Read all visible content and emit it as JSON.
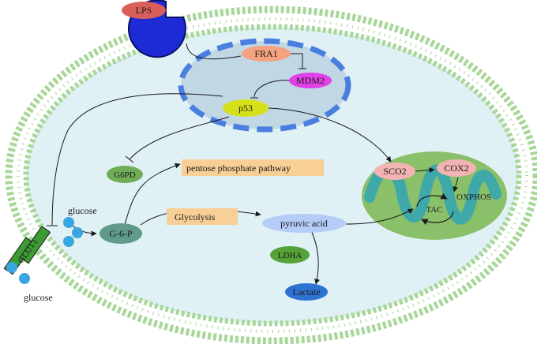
{
  "labels": {
    "lps": "LPS",
    "fra1": "FRA1",
    "mdm2": "MDM2",
    "p53": "p53",
    "g6pd": "G6PD",
    "ppp": "pentose phosphate pathway",
    "glycolysis": "Glycolysis",
    "g6p": "G-6-P",
    "pyruvic": "pyruvic acid",
    "ldha": "LDHA",
    "lactate": "Lactate",
    "sco2": "SCO2",
    "cox2": "COX2",
    "oxphos": "OXPHOS",
    "tac": "TAC",
    "glut1": "GLUT1",
    "glucose_out_top": "glucose",
    "glucose_out_bottom": "glucose"
  },
  "colors": {
    "lps": "#d9605a",
    "receptor": "#1d2bd6",
    "membrane": "#a9d79a",
    "cytoplasm": "#e0f1f5",
    "nucleus": "#c1d7e3",
    "nucleus_border": "#4a7fe0",
    "fra1": "#f4a27f",
    "mdm2": "#e040e8",
    "p53": "#d6e01a",
    "g6pd": "#6fae57",
    "ppp_box": "#f7cf97",
    "g6p": "#5f9a8b",
    "pyruvic": "#b5ccf6",
    "ldha": "#55a338",
    "lactate": "#2f73d2",
    "mito_outer": "#8bc06a",
    "mito_inner": "#3fa8a8",
    "sco2": "#f4b3b3",
    "cox2": "#f4b3b3",
    "glut1": "#3c9c33",
    "glucose": "#3aa6e0"
  }
}
